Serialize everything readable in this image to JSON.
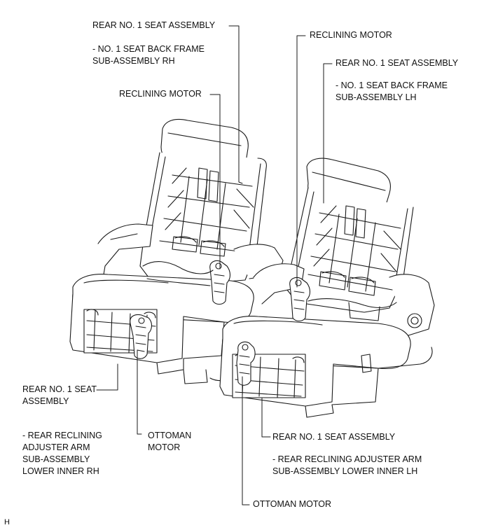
{
  "labels": {
    "rh_seat_title": "REAR NO. 1 SEAT ASSEMBLY",
    "rh_seat_sub": [
      "- NO. 1 SEAT BACK FRAME",
      "SUB-ASSEMBLY RH"
    ],
    "rh_reclining": "RECLINING MOTOR",
    "lh_reclining": "RECLINING MOTOR",
    "lh_seat_title": "REAR NO. 1 SEAT ASSEMBLY",
    "lh_seat_sub": [
      "- NO. 1 SEAT BACK FRAME",
      "SUB-ASSEMBLY LH"
    ],
    "rh_lower_title": [
      "REAR NO. 1 SEAT",
      "ASSEMBLY"
    ],
    "rh_lower_sub": [
      "- REAR RECLINING",
      "ADJUSTER ARM",
      "SUB-ASSEMBLY",
      "LOWER INNER RH"
    ],
    "rh_ottoman": [
      "OTTOMAN",
      "MOTOR"
    ],
    "lh_lower_title": "REAR NO. 1 SEAT ASSEMBLY",
    "lh_lower_sub": [
      "- REAR RECLINING ADJUSTER ARM",
      "SUB-ASSEMBLY LOWER INNER LH"
    ],
    "lh_ottoman": "OTTOMAN MOTOR",
    "corner_mark": "H"
  }
}
